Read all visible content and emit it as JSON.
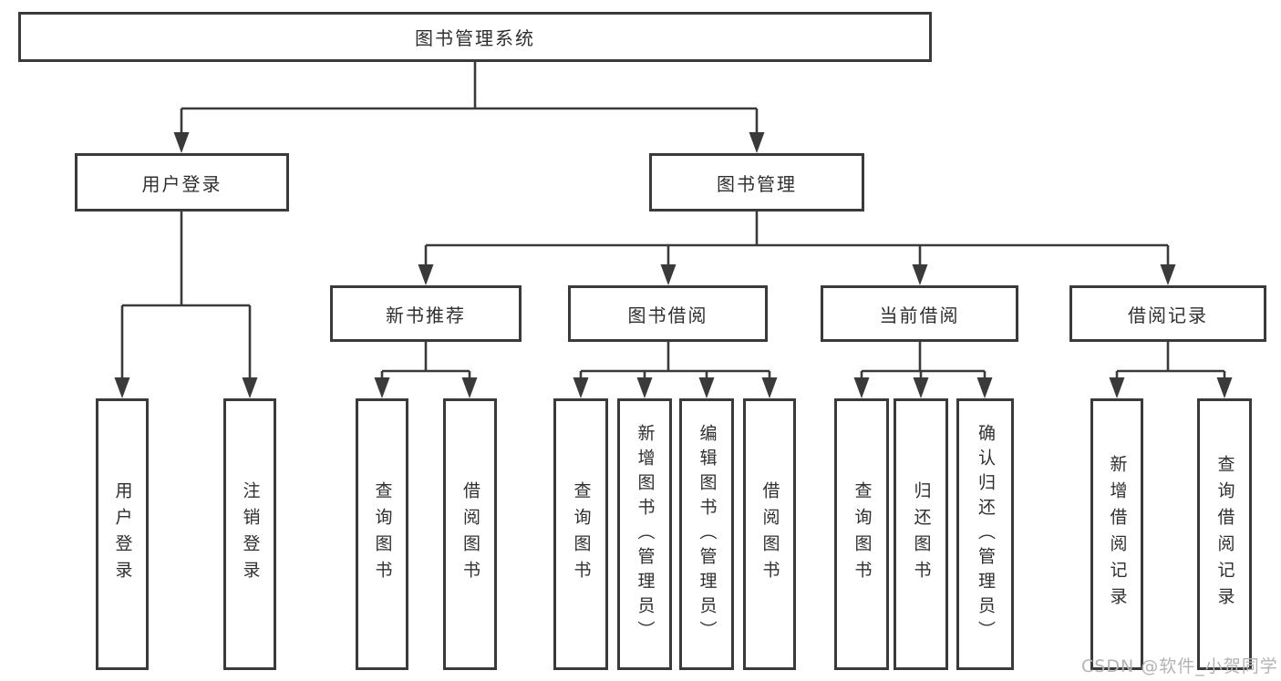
{
  "tree": {
    "root": {
      "label": "图书管理系统"
    },
    "user_login": {
      "label": "用户登录",
      "children": [
        {
          "label": "用户登录"
        },
        {
          "label": "注销登录"
        }
      ]
    },
    "book_mgmt": {
      "label": "图书管理",
      "children": {
        "new_books": {
          "label": "新书推荐",
          "children": [
            {
              "label": "查询图书"
            },
            {
              "label": "借阅图书"
            }
          ]
        },
        "book_borrow": {
          "label": "图书借阅",
          "children": [
            {
              "label": "查询图书"
            },
            {
              "label": "新增图书（管理员）"
            },
            {
              "label": "编辑图书（管理员）"
            },
            {
              "label": "借阅图书"
            }
          ]
        },
        "current_borrow": {
          "label": "当前借阅",
          "children": [
            {
              "label": "查询图书"
            },
            {
              "label": "归还图书"
            },
            {
              "label": "确认归还（管理员）"
            }
          ]
        },
        "borrow_records": {
          "label": "借阅记录",
          "children": [
            {
              "label": "新增借阅记录"
            },
            {
              "label": "查询借阅记录"
            }
          ]
        }
      }
    }
  },
  "watermark": {
    "text": "CSDN @软件_小贺同学"
  },
  "colors": {
    "line": "#3a3a3a",
    "text": "#2f2f2f",
    "background": "#ffffff",
    "watermark": "#b3b3b3"
  }
}
